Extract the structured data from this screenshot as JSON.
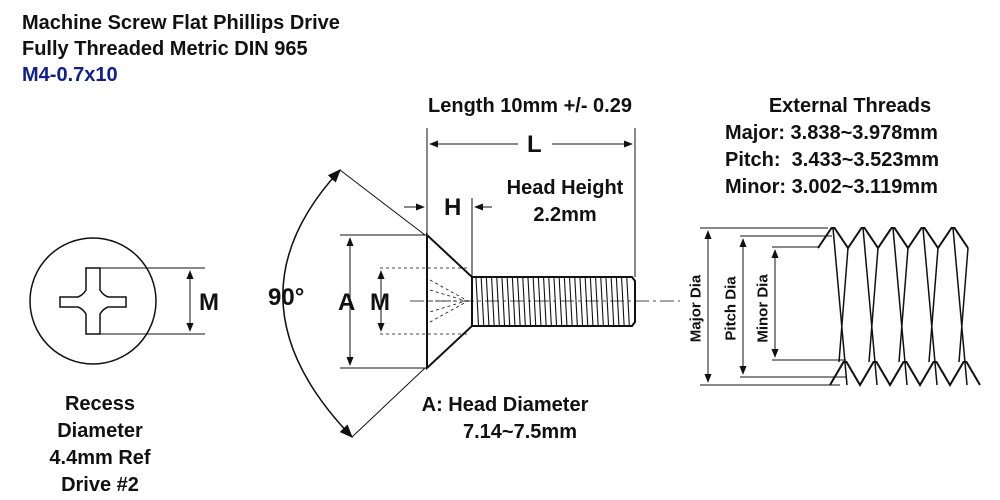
{
  "title": {
    "line1": "Machine Screw Flat Phillips Drive",
    "line2": "Fully Threaded Metric DIN 965",
    "size": "M4-0.7x10"
  },
  "recess_view": {
    "m_label": "M",
    "caption_line1": "Recess",
    "caption_line2": "Diameter",
    "caption_line3": "4.4mm Ref",
    "caption_line4": "Drive #2"
  },
  "side_view": {
    "angle_label": "90°",
    "a_label": "A",
    "m_label": "M",
    "h_label": "H",
    "l_label": "L",
    "length_text": "Length 10mm +/- 0.29",
    "head_height_line1": "Head Height",
    "head_height_line2": "2.2mm",
    "head_diameter_line1": "A: Head Diameter",
    "head_diameter_line2": "7.14~7.5mm"
  },
  "threads": {
    "title": "External Threads",
    "major": "Major: 3.838~3.978mm",
    "pitch": "Pitch:  3.433~3.523mm",
    "minor": "Minor: 3.002~3.119mm",
    "major_dia_label": "Major Dia",
    "pitch_dia_label": "Pitch Dia",
    "minor_dia_label": "Minor Dia"
  }
}
